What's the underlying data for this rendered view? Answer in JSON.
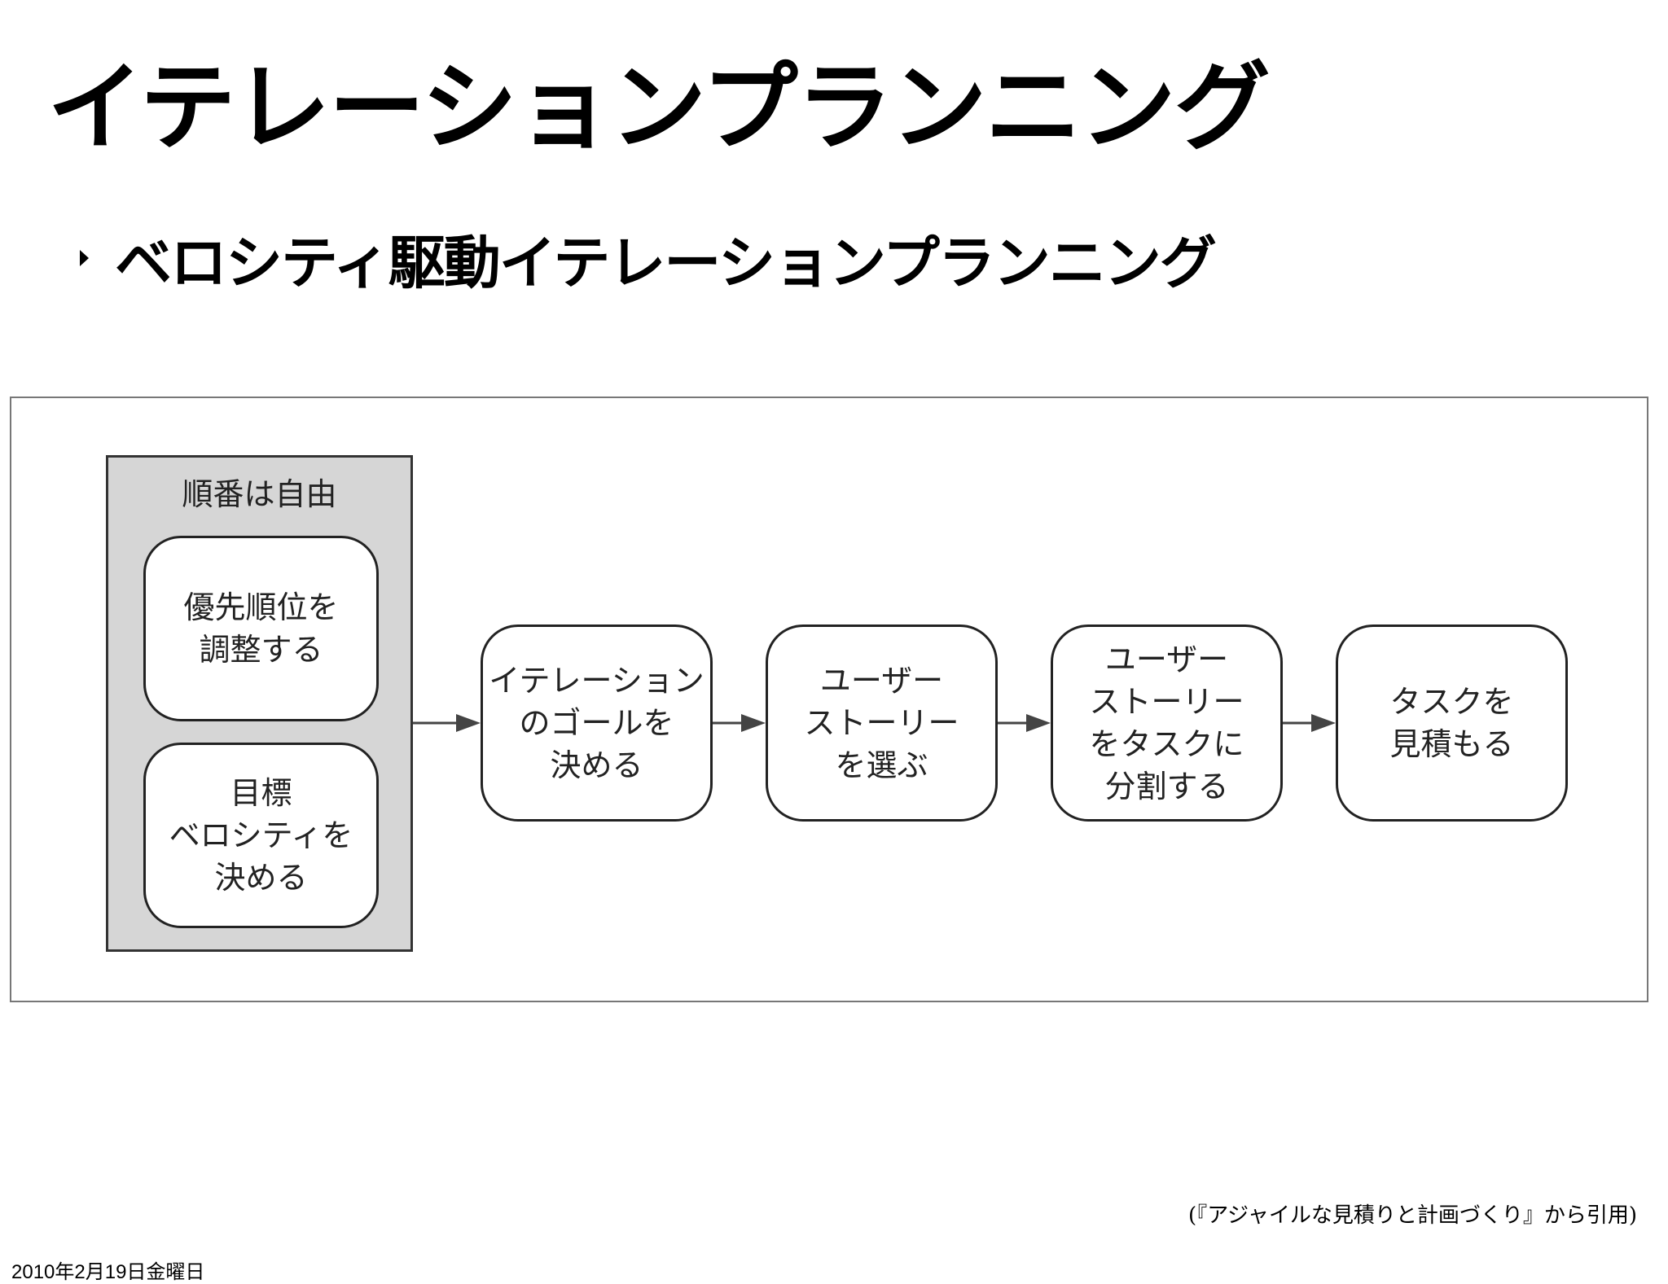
{
  "slide": {
    "title": "イテレーションプランニング",
    "bullet": "ベロシティ駆動イテレーションプランニング",
    "citation": "(『アジャイルな見積りと計画づくり』から引用)",
    "footer_date": "2010年2月19日金曜日"
  },
  "diagram": {
    "group_label": "順番は自由",
    "group_nodes": [
      "優先順位を\n調整する",
      "目標\nベロシティを\n決める"
    ],
    "steps": [
      "イテレーション\nのゴールを\n決める",
      "ユーザー\nストーリー\nを選ぶ",
      "ユーザー\nストーリー\nをタスクに\n分割する",
      "タスクを\n見積もる"
    ]
  }
}
